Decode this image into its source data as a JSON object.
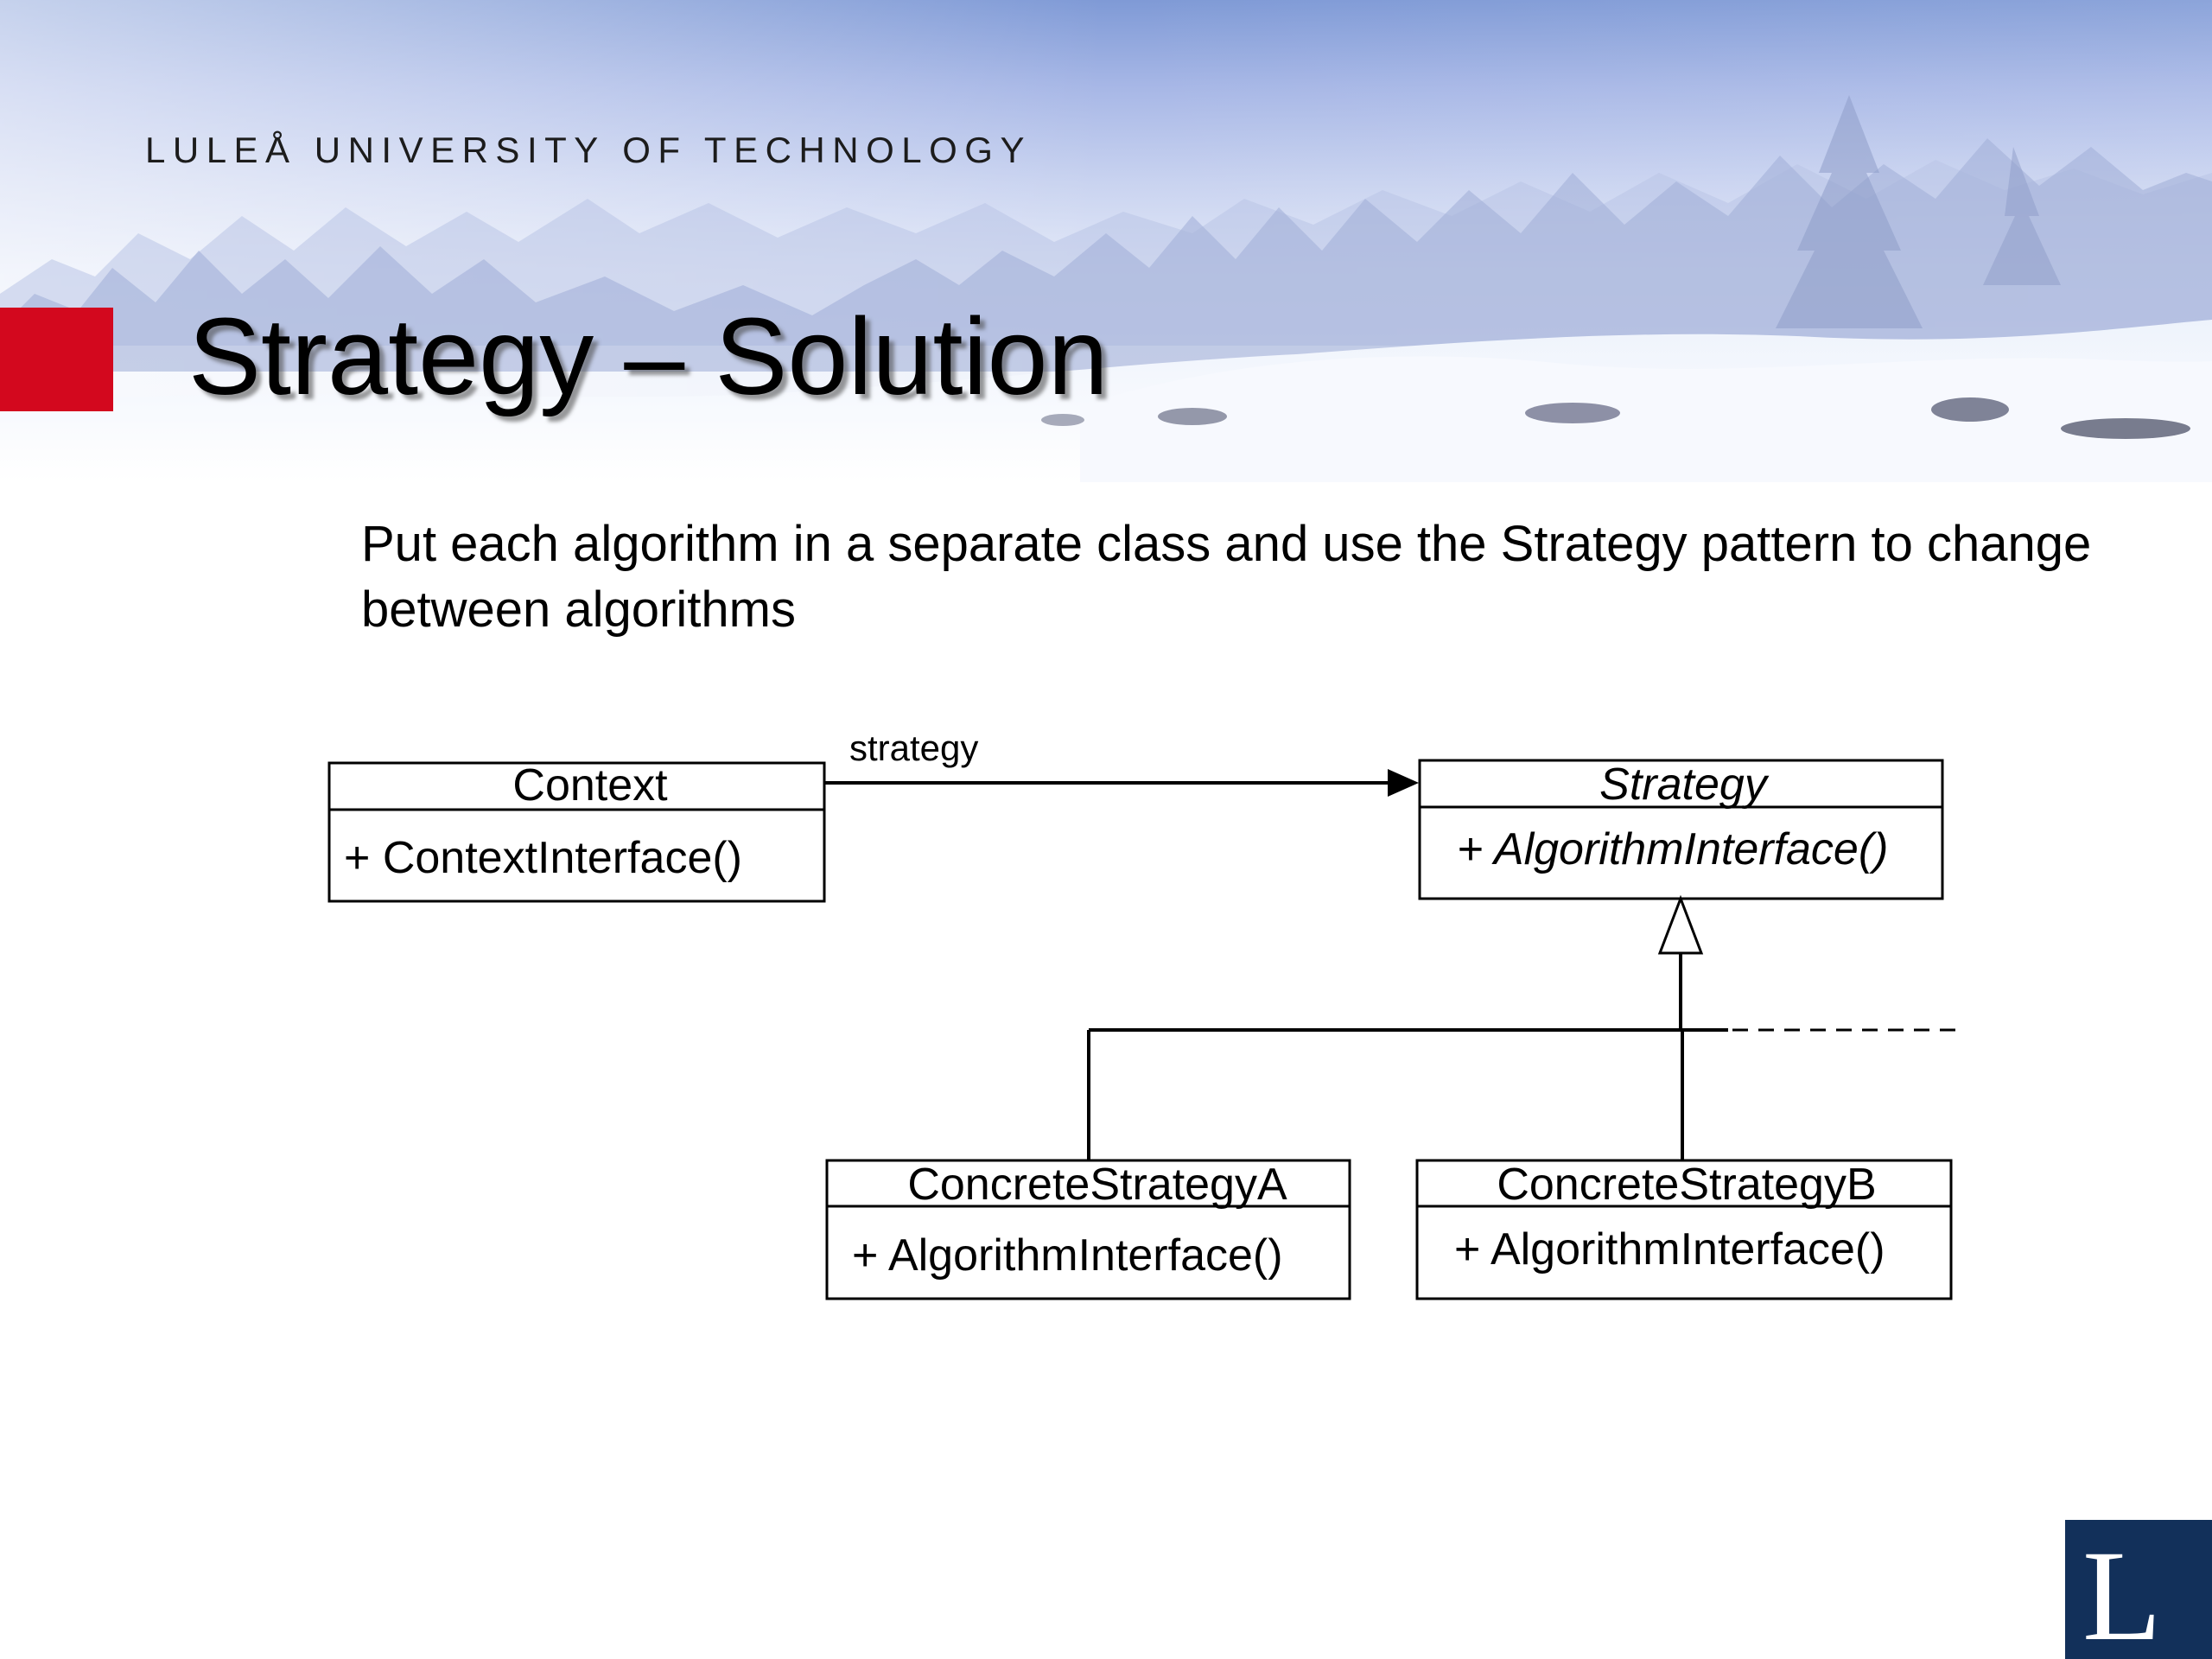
{
  "header": {
    "university": "LULEÅ UNIVERSITY OF TECHNOLOGY",
    "title": "Strategy – Solution"
  },
  "body": {
    "intro": "Put each algorithm in a separate class and use the Strategy pattern to change between algorithms"
  },
  "diagram": {
    "context": {
      "name": "Context",
      "operation": "+ ContextInterface()"
    },
    "association_label": "strategy",
    "strategy": {
      "name": "Strategy",
      "operation": "+ AlgorithmInterface()"
    },
    "concrete_a": {
      "name": "ConcreteStrategyA",
      "operation": "+ AlgorithmInterface()"
    },
    "concrete_b": {
      "name": "ConcreteStrategyB",
      "operation": "+ AlgorithmInterface()"
    }
  },
  "logo": {
    "letter": "L"
  },
  "colors": {
    "accent_red": "#d3081e",
    "logo_navy": "#12305a"
  }
}
